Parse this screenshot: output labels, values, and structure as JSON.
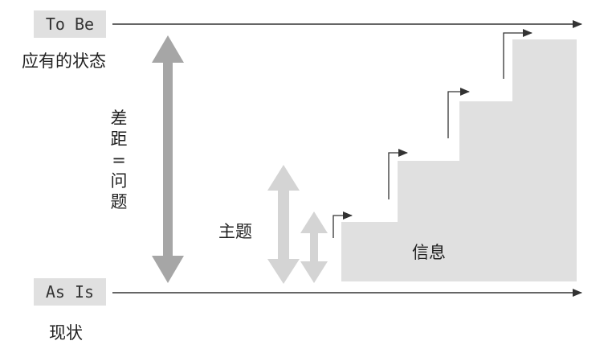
{
  "labels": {
    "to_be": "To Be",
    "to_be_desc": "应有的状态",
    "as_is": "As Is",
    "as_is_desc": "现状",
    "gap_line1": "差",
    "gap_line2": "距",
    "gap_line3": "=",
    "gap_line4": "问",
    "gap_line5": "题",
    "theme": "主题",
    "info": "信息"
  },
  "colors": {
    "line": "#333333",
    "big_arrow": "#a6a6a6",
    "light_arrow": "#d4d4d4",
    "steps": "#e0e0e0",
    "label_bg": "#e0e0e0"
  }
}
